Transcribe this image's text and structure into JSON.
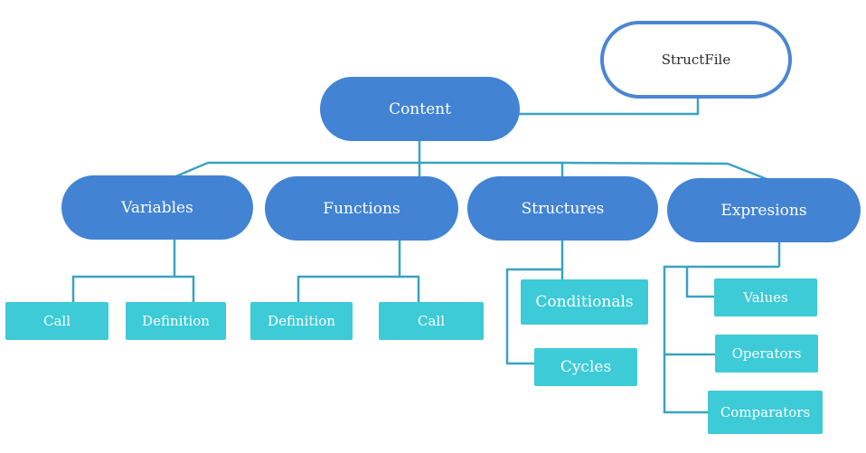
{
  "diagram": {
    "root": "StructFile",
    "content": "Content",
    "categories": {
      "variables": "Variables",
      "functions": "Functions",
      "structures": "Structures",
      "expresions": "Expresions"
    },
    "leaves": {
      "variables_call": "Call",
      "variables_definition": "Definition",
      "functions_definition": "Definition",
      "functions_call": "Call",
      "structures_conditionals": "Conditionals",
      "structures_cycles": "Cycles",
      "expresions_values": "Values",
      "expresions_operators": "Operators",
      "expresions_comparators": "Comparators"
    }
  },
  "colors": {
    "category_fill": "#4283d4",
    "leaf_fill": "#3ccbd7",
    "connector": "#3aa3c2",
    "root_border": "#4a86d2"
  }
}
